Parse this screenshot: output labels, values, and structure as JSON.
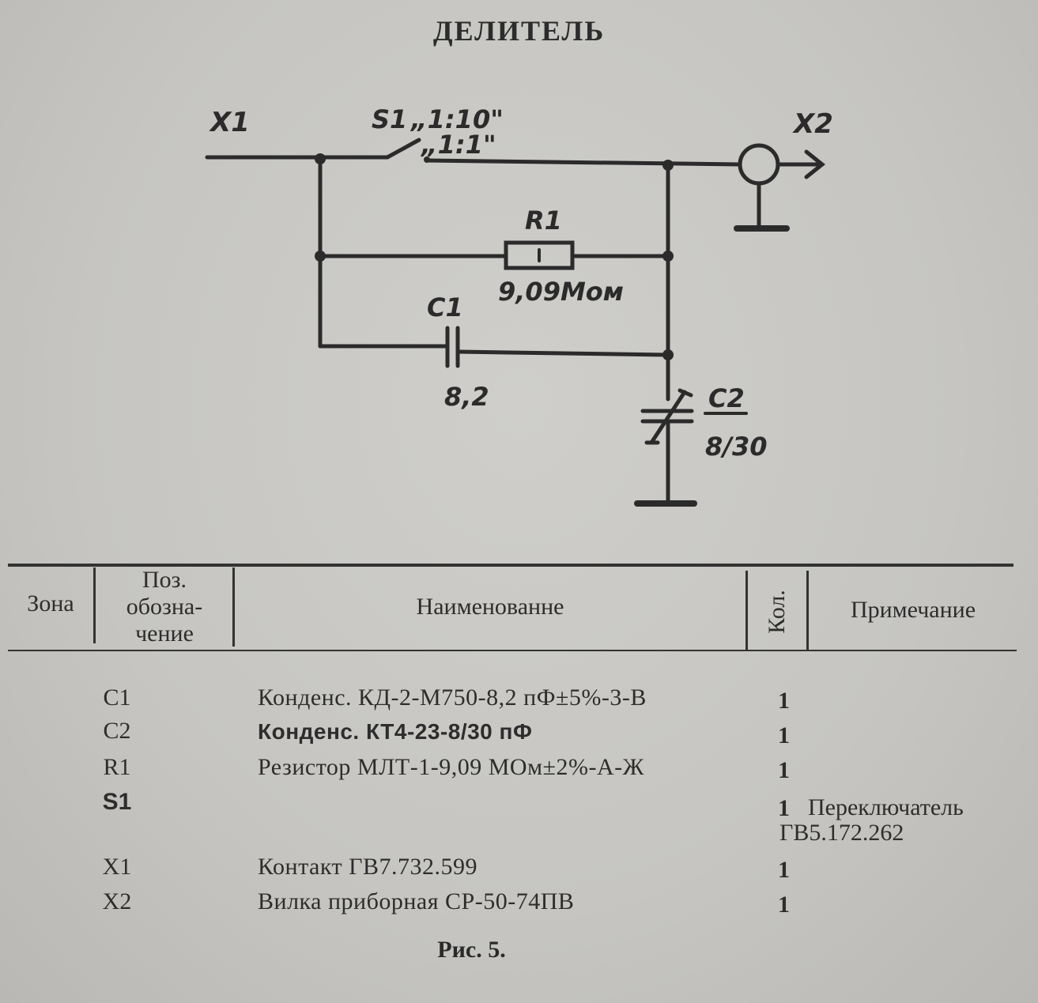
{
  "title": "ДЕЛИТЕЛЬ",
  "schematic": {
    "x1": "X1",
    "x2": "X2",
    "s1": "S1",
    "s1_pos_a": "„1:10\"",
    "s1_pos_b": "„1:1\"",
    "r1": "R1",
    "r1_value": "9,09Мом",
    "c1": "C1",
    "c1_value": "8,2",
    "c2": "C2",
    "c2_value": "8/30"
  },
  "table": {
    "headers": {
      "zone": "Зона",
      "pos_1": "Поз.",
      "pos_2": "обозна-",
      "pos_3": "чение",
      "name": "Наименованне",
      "qty": "Кол.",
      "note": "Примечание"
    },
    "rows": [
      {
        "pos": "C1",
        "name": "Конденс. КД-2-М750-8,2 пФ±5%-3-В",
        "qty": "1",
        "note": ""
      },
      {
        "pos": "C2",
        "name": "Конденс. КТ4-23-8/30 пФ",
        "qty": "1",
        "note": ""
      },
      {
        "pos": "R1",
        "name": "Резистор МЛТ-1-9,09 МОм±2%-А-Ж",
        "qty": "1",
        "note": ""
      },
      {
        "pos": "S1",
        "name": "",
        "qty": "1",
        "note": "Переключатель ГВ5.172.262"
      },
      {
        "pos": "X1",
        "name": "Контакт ГВ7.732.599",
        "qty": "1",
        "note": ""
      },
      {
        "pos": "X2",
        "name": "Вилка приборная СР-50-74ПВ",
        "qty": "1",
        "note": ""
      }
    ]
  },
  "caption": "Рис. 5."
}
